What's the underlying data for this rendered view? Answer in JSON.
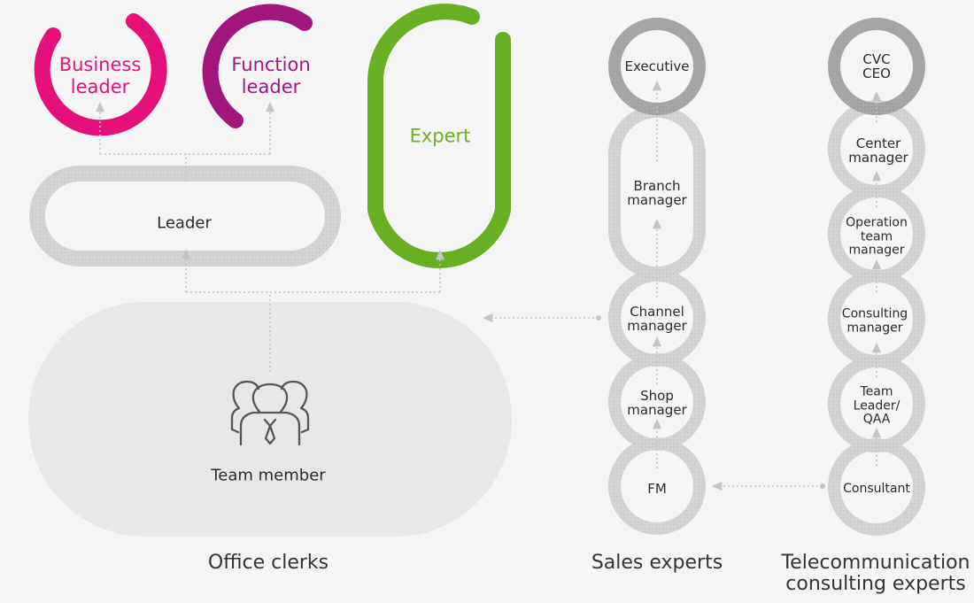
{
  "colors": {
    "background": "#f5f5f5",
    "business_leader": "#e6107a",
    "function_leader": "#a3167f",
    "expert": "#6ab023",
    "ring_gray": "#d3d3d3",
    "ring_dark": "#a6a6a6",
    "team_blob": "#e7e7e7",
    "connector": "#c4c4c4",
    "text": "#2a2a2a"
  },
  "office": {
    "business_leader": "Business\nleader",
    "function_leader": "Function\nleader",
    "expert": "Expert",
    "leader": "Leader",
    "team_member": "Team member",
    "team_icon": "team-people-icon",
    "caption": "Office clerks"
  },
  "sales": {
    "executive": "Executive",
    "branch_manager": "Branch\nmanager",
    "channel_manager": "Channel\nmanager",
    "shop_manager": "Shop\nmanager",
    "fm": "FM",
    "caption": "Sales experts"
  },
  "telecom": {
    "cvc_ceo": "CVC\nCEO",
    "center_manager": "Center\nmanager",
    "operation_team_manager": "Operation\nteam\nmanager",
    "consulting_manager": "Consulting\nmanager",
    "team_leader_qaa": "Team\nLeader/\nQAA",
    "consultant": "Consultant",
    "caption": "Telecommunication\nconsulting experts"
  }
}
